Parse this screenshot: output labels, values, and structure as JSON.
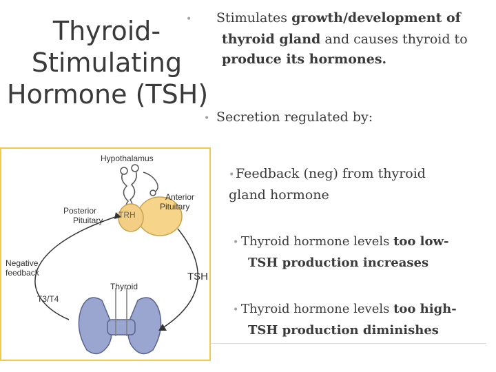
{
  "slide": {
    "title_lines": [
      "Thyroid-",
      "Stimulating",
      "Hormone (TSH)"
    ],
    "bullet1": {
      "pre": "Stimulates ",
      "bold1": "growth/development of thyroid gland",
      "mid": " and causes thyroid to ",
      "bold2": "produce its hormones."
    },
    "bullet2": "Secretion regulated by:",
    "bullet3": "Feedback (neg) from thyroid gland hormone",
    "bullet4": {
      "pre": "Thyroid hormone levels ",
      "bold": "too low-",
      "rest": "TSH production increases"
    },
    "bullet5": {
      "pre": "Thyroid hormone levels ",
      "bold": "too high-",
      "rest": "TSH production diminishes"
    }
  },
  "diagram": {
    "labels": {
      "hypothalamus": "Hypothalamus",
      "anterior": "Anterior",
      "pituitary_a": "Pituitary",
      "posterior": "Posterior",
      "pituitary_p": "Pituitary",
      "trh": "TRH",
      "negative": "Negative",
      "feedback": "feedback",
      "tsh": "TSH",
      "thyroid": "Thyroid",
      "t3t4": "T3/T4"
    },
    "colors": {
      "pituitary": "#f6d58a",
      "thyroid": "#9aa6cf",
      "border": "#f2c94c"
    }
  }
}
